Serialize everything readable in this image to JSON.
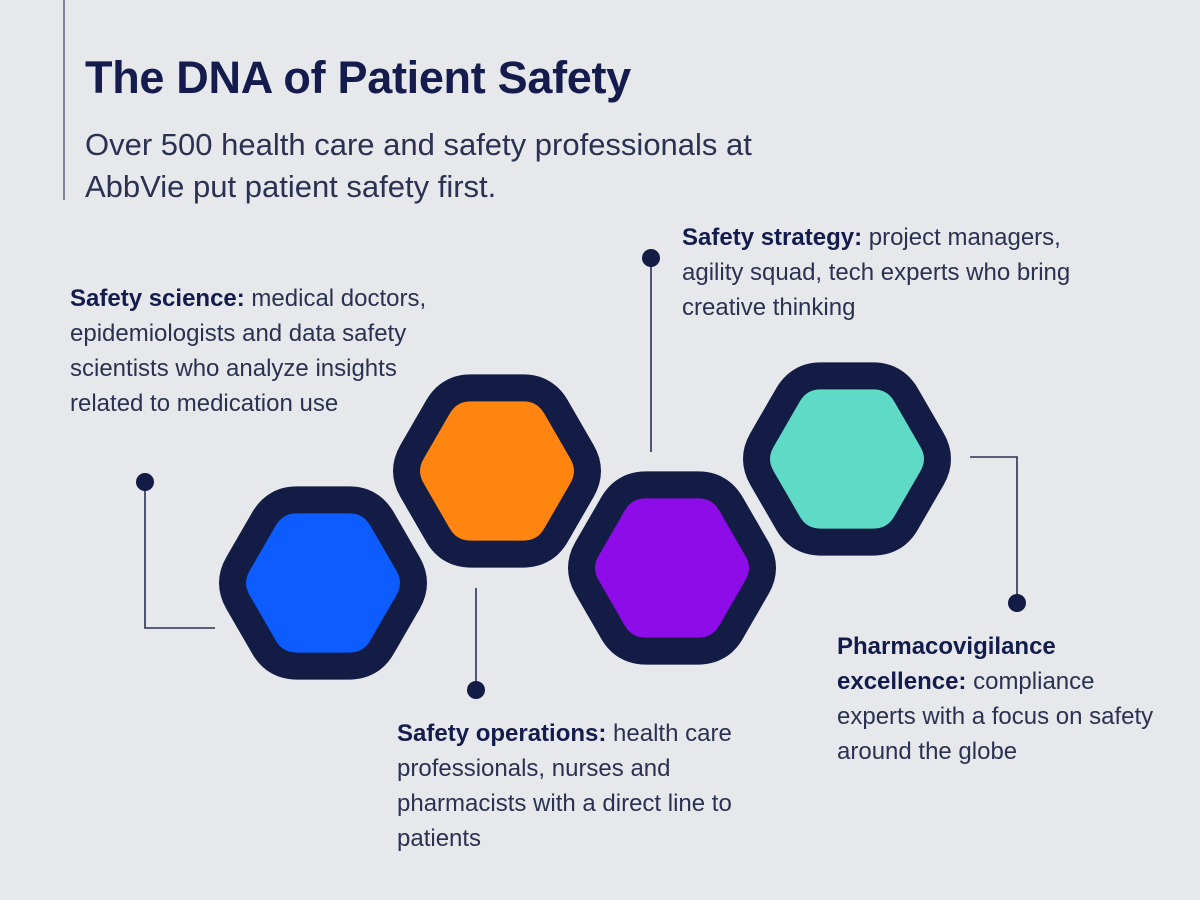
{
  "header": {
    "title": "The DNA of Patient Safety",
    "subtitle": "Over 500 health care and safety professionals at AbbVie put patient safety first."
  },
  "callouts": {
    "science": {
      "lead": "Safety science:",
      "text": " medical doctors, epidemiologists and data safety scientists who analyze insights related to medication use"
    },
    "strategy": {
      "lead": "Safety strategy:",
      "text": " project managers, agility squad, tech experts who bring creative thinking"
    },
    "operations": {
      "lead": "Safety operations:",
      "text": " health care professionals, nurses and pharmacists with a direct line to patients"
    },
    "pharmacovigilance": {
      "lead": "Pharmacovigilance excellence:",
      "text": " compliance experts with a focus on safety around the globe"
    }
  },
  "colors": {
    "background": "#e6e8ec",
    "outline": "#131c45",
    "connector": "#2b3150",
    "hex_blue": "#0d5cff",
    "hex_orange": "#ff8410",
    "hex_purple": "#8e0ce8",
    "hex_teal": "#5fdac6"
  }
}
